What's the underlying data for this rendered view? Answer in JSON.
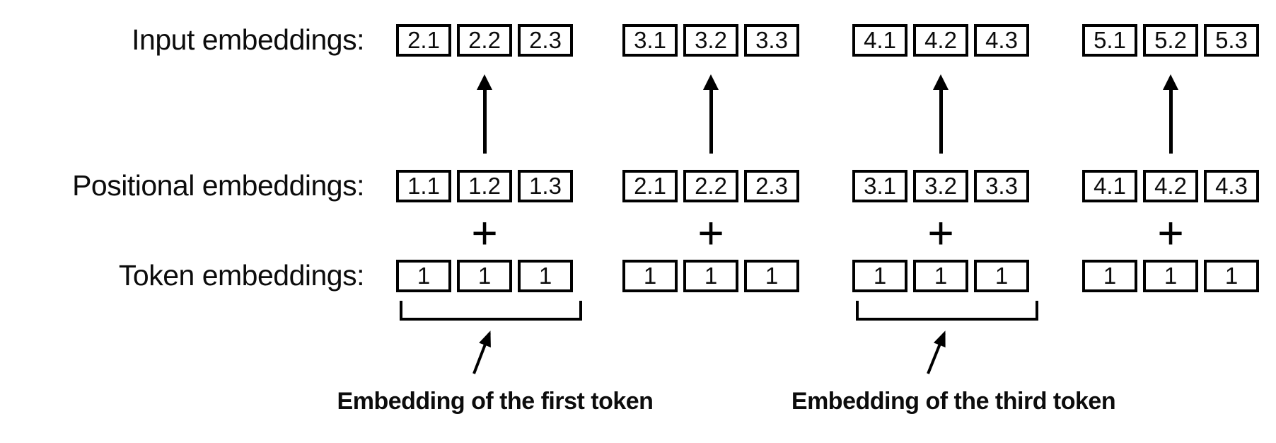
{
  "diagram": {
    "title": "Token plus positional embeddings diagram",
    "operator": "+",
    "colors": {
      "stroke": "#000000",
      "background": "#ffffff",
      "text": "#0c0c0c"
    },
    "rows": [
      {
        "label": "Input embeddings:",
        "groups": [
          [
            "2.1",
            "2.2",
            "2.3"
          ],
          [
            "3.1",
            "3.2",
            "3.3"
          ],
          [
            "4.1",
            "4.2",
            "4.3"
          ],
          [
            "5.1",
            "5.2",
            "5.3"
          ]
        ]
      },
      {
        "label": "Positional embeddings:",
        "groups": [
          [
            "1.1",
            "1.2",
            "1.3"
          ],
          [
            "2.1",
            "2.2",
            "2.3"
          ],
          [
            "3.1",
            "3.2",
            "3.3"
          ],
          [
            "4.1",
            "4.2",
            "4.3"
          ]
        ]
      },
      {
        "label": "Token embeddings:",
        "groups": [
          [
            "1",
            "1",
            "1"
          ],
          [
            "1",
            "1",
            "1"
          ],
          [
            "1",
            "1",
            "1"
          ],
          [
            "1",
            "1",
            "1"
          ]
        ]
      }
    ],
    "captions": [
      {
        "text": "Embedding of the first token"
      },
      {
        "text": "Embedding of the third token"
      }
    ]
  }
}
